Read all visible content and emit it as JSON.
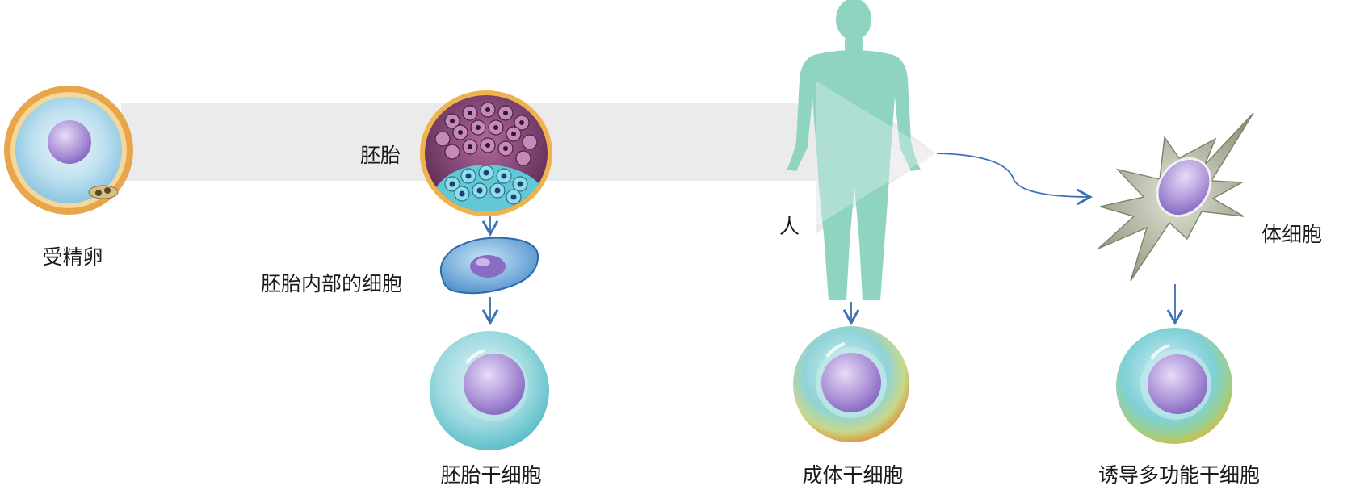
{
  "labels": {
    "fertilized_egg": "受精卵",
    "embryo": "胚胎",
    "inner_cells": "胚胎内部的细胞",
    "embryonic_stem_cell": "胚胎干细胞",
    "human": "人",
    "adult_stem_cell": "成体干细胞",
    "somatic_cell": "体细胞",
    "ips_cell": "诱导多功能干细胞"
  },
  "icons": {
    "fertilized_egg": "fertilized-egg-cell-icon",
    "embryo": "blastocyst-embryo-icon",
    "inner_cells": "inner-cell-mass-cell-icon",
    "human": "human-body-silhouette-icon",
    "somatic_cell": "somatic-cell-icon",
    "stem_cell": "stem-cell-icon"
  },
  "colors": {
    "arrow": "#3b6fb6",
    "big_arrow": "#ebebeb",
    "human": "#8fd3c1",
    "egg_ring": "#e8a54a",
    "nucleus": "#a98fd6",
    "embryo_purple": "#7b3e6e",
    "inner_cyan": "#63c8d6",
    "stem_cyan": "#7fd0d8",
    "somatic_gray": "#a7ad98"
  }
}
